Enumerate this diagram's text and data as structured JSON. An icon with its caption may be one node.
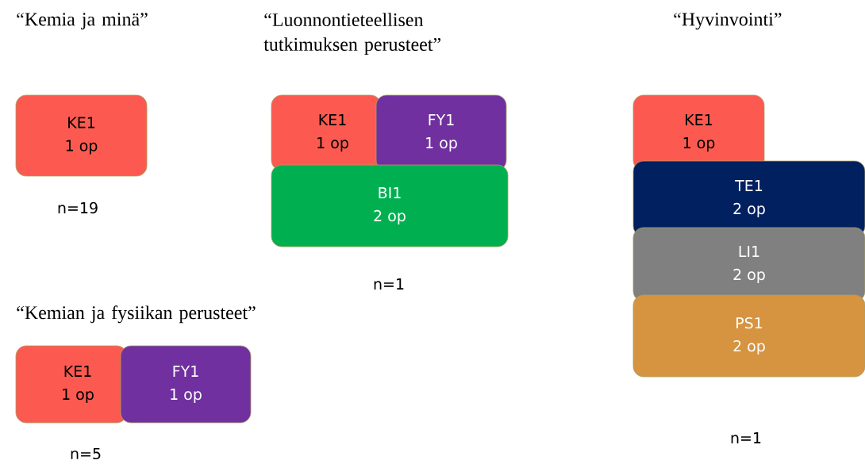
{
  "diagram": {
    "nodes": [
      {
        "text": [
          "KE1",
          "1 op"
        ]
      },
      {
        "text": [
          "KE1",
          "1 op"
        ]
      },
      {
        "text": [
          "FY1",
          "1 op"
        ]
      },
      {
        "text": [
          "BI1",
          "2 op"
        ]
      },
      {
        "text": [
          "KE1",
          "1 op"
        ]
      },
      {
        "text": [
          "TE1",
          "2 op"
        ]
      },
      {
        "text": [
          "LI1",
          "2 op"
        ]
      },
      {
        "text": [
          "PS1",
          "2 op"
        ]
      },
      {
        "text": [
          "KE1",
          "1 op"
        ]
      },
      {
        "text": [
          "FY1",
          "1 op"
        ]
      }
    ],
    "labels": [
      "“Kemia ja minä”",
      "“Luonnontieteellisen tutkimuksen perusteet”",
      "“Hyvinvointi”",
      "n=19",
      "n=1",
      "“Kemian ja fysiikan perusteet”",
      "n=1",
      "n=5"
    ]
  }
}
